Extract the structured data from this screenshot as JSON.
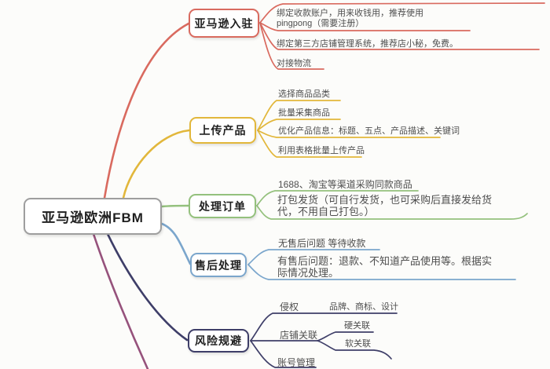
{
  "root": {
    "label": "亚马逊欧洲FBM",
    "border_color": "#9e9e9e"
  },
  "branches": [
    {
      "label": "亚马逊入驻",
      "color": "#d96a5f",
      "children": [
        {
          "text": "绑定收款账户，用来收钱用，推荐使用\npingpong（需要注册）"
        },
        {
          "text": "绑定第三方店铺管理系统，推荐店小秘，免费。"
        },
        {
          "text": "对接物流"
        }
      ]
    },
    {
      "label": "上传产品",
      "color": "#e2b73b",
      "children": [
        {
          "text": "选择商品品类"
        },
        {
          "text": "批量采集商品"
        },
        {
          "text": "优化产品信息：标题、五点、产品描述、关键词"
        },
        {
          "text": "利用表格批量上传产品"
        }
      ]
    },
    {
      "label": "处理订单",
      "color": "#94c17d",
      "children": [
        {
          "text": "1688、淘宝等渠道采购同款商品"
        },
        {
          "text": "打包发货（可自行发货，也可采购后直接发给货\n代，不用自己打包。）"
        }
      ]
    },
    {
      "label": "售后处理",
      "color": "#7ba6cc",
      "children": [
        {
          "text": "无售后问题 等待收款"
        },
        {
          "text": "有售后问题：退款、不知道产品使用等。根据实\n际情况处理。"
        }
      ]
    },
    {
      "label": "风险规避",
      "color": "#3e3e68",
      "children": [
        {
          "text": "侵权",
          "sub": "品牌、商标、设计"
        },
        {
          "text": "店铺关联",
          "subs": [
            "硬关联",
            "软关联"
          ]
        },
        {
          "text": "账号管理"
        }
      ]
    }
  ],
  "offscreen_branch": {
    "color": "#96527c"
  }
}
